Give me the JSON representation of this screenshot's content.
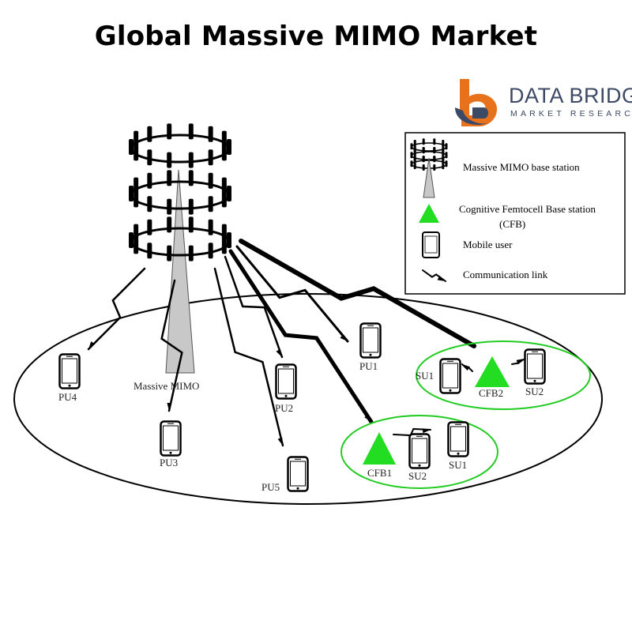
{
  "title": "Global Massive MIMO Market",
  "brand": {
    "name": "DATA BRIDGE",
    "subtitle": "MARKET RESEARCH",
    "colors": {
      "orange": "#e8711c",
      "navy": "#3c4a66"
    }
  },
  "diagram": {
    "tower_label": "Massive MIMO",
    "users": [
      {
        "id": "pu1",
        "label": "PU1"
      },
      {
        "id": "pu2",
        "label": "PU2"
      },
      {
        "id": "pu3",
        "label": "PU3"
      },
      {
        "id": "pu4",
        "label": "PU4"
      },
      {
        "id": "pu5",
        "label": "PU5"
      }
    ],
    "cell_a": {
      "base": "CFB1",
      "users": [
        "SU2",
        "SU1"
      ]
    },
    "cell_b": {
      "base": "CFB2",
      "users": [
        "SU1",
        "SU2"
      ]
    },
    "colors": {
      "cfb": "#22dd22",
      "cell_outline": "#22cc22",
      "tower_beam": "#c8c8c8"
    }
  },
  "legend": {
    "items": [
      {
        "icon": "massive-mimo-base-station-icon",
        "label": "Massive MIMO base station"
      },
      {
        "icon": "cfb-triangle-icon",
        "label_line1": "Cognitive Femtocell Base station",
        "label_line2": "(CFB)"
      },
      {
        "icon": "mobile-user-icon",
        "label": "Mobile user"
      },
      {
        "icon": "communication-link-icon",
        "label": "Communication link"
      }
    ]
  }
}
